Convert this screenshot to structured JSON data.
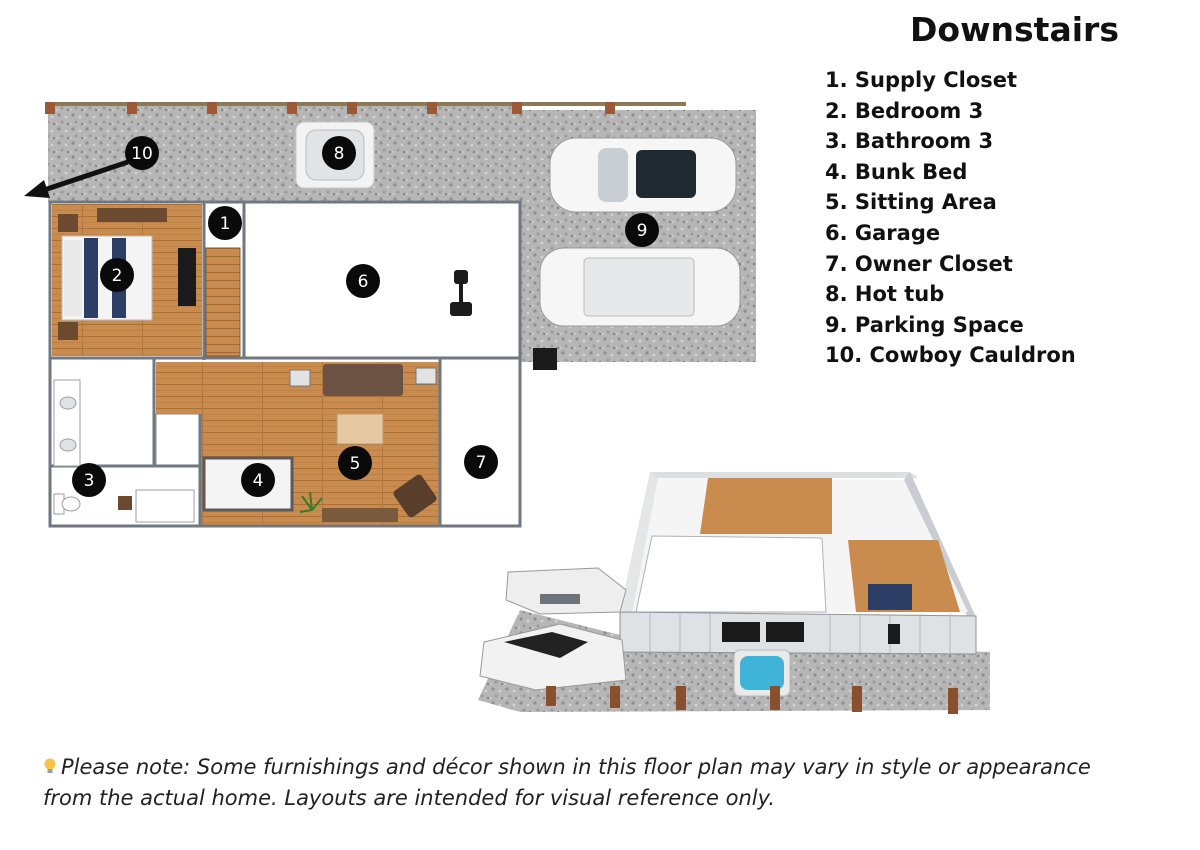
{
  "title": "Downstairs",
  "legend": [
    "1. Supply Closet",
    "2. Bedroom 3",
    "3. Bathroom 3",
    "4. Bunk Bed",
    "5. Sitting Area",
    "6. Garage",
    "7. Owner Closet",
    "8. Hot tub",
    "9. Parking Space",
    "10. Cowboy Cauldron"
  ],
  "markers": [
    "1",
    "2",
    "3",
    "4",
    "5",
    "6",
    "7",
    "8",
    "9",
    "10"
  ],
  "note_line1": "Please note: Some furnishings and décor shown in this floor plan may vary in style or appearance",
  "note_line2": "from the actual home. Layouts are intended for visual reference only.",
  "colors": {
    "gravel": "#b4b4b4",
    "wood": "#c98a4a",
    "wall": "#6f7780",
    "marker": "#0a0a0a",
    "bed": "#2c3e66"
  }
}
